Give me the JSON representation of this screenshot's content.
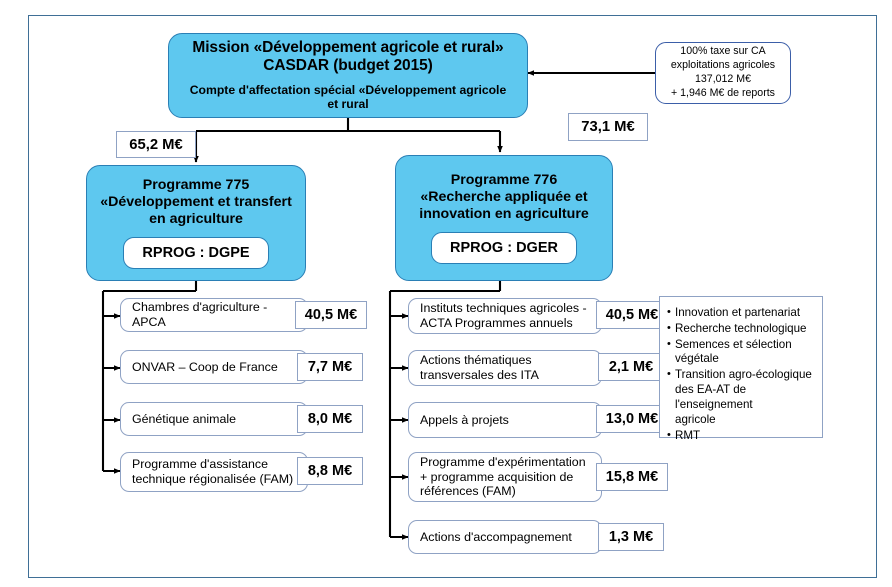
{
  "diagram": {
    "title": "Mission Developpement agricole et rural - CASDAR budget 2015",
    "colors": {
      "box_fill": "#5ec8ef",
      "box_border": "#2a7fb5",
      "frame_border": "#3f6f96",
      "amount_border": "#8fa2c4",
      "connector": "#000000"
    }
  },
  "mission": {
    "title_line1": "Mission «Développement agricole et rural»",
    "title_line2": "CASDAR (budget 2015)",
    "subtitle": "Compte d'affectation spécial «Développement agricole\net rural"
  },
  "funding_source": {
    "line1": "100% taxe sur CA",
    "line2": "exploitations agricoles",
    "line3": "137,012 M€",
    "line4": "+ 1,946 M€ de reports"
  },
  "allocations": {
    "to_775": "65,2 M€",
    "to_776": "73,1 M€"
  },
  "programmes": [
    {
      "key": "p775",
      "title": "Programme 775\n«Développement et transfert\nen agriculture",
      "rprog": "RPROG : DGPE",
      "items": [
        {
          "label": "Chambres d'agriculture - APCA",
          "amount": "40,5 M€"
        },
        {
          "label": "ONVAR – Coop de France",
          "amount": "7,7 M€"
        },
        {
          "label": "Génétique animale",
          "amount": "8,0 M€"
        },
        {
          "label": "Programme d'assistance\ntechnique régionalisée (FAM)",
          "amount": "8,8 M€"
        }
      ]
    },
    {
      "key": "p776",
      "title": "Programme 776\n«Recherche appliquée et\ninnovation en agriculture",
      "rprog": "RPROG : DGER",
      "items": [
        {
          "label": "Instituts techniques agricoles -\nACTA Programmes annuels",
          "amount": "40,5 M€"
        },
        {
          "label": "Actions thématiques\ntransversales des ITA",
          "amount": "2,1 M€"
        },
        {
          "label": "Appels à projets",
          "amount": "13,0 M€"
        },
        {
          "label": "Programme d'expérimentation\n+ programme acquisition de\nréférences (FAM)",
          "amount": "15,8 M€"
        },
        {
          "label": "Actions d'accompagnement",
          "amount": "1,3 M€"
        }
      ]
    }
  ],
  "themes": {
    "items": [
      "Innovation et partenariat",
      "Recherche technologique",
      "Semences et sélection\n  végétale",
      "Transition agro-écologique\n des EA-AT de l'enseignement\n agricole",
      "RMT"
    ]
  }
}
